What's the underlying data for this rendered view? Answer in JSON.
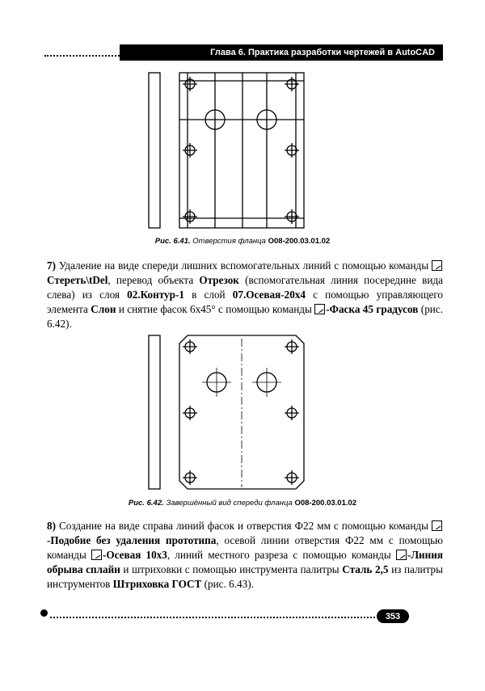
{
  "header": {
    "title": "Глава 6. Практика разработки чертежей в AutoCAD"
  },
  "fig1": {
    "label": "Рис. 6.41.",
    "text": "Отверстия фланца",
    "code": "О08-200.03.01.02"
  },
  "fig2": {
    "label": "Рис. 6.42.",
    "text": "Завершённый вид спереди фланца",
    "code": "О08-200.03.01.02"
  },
  "p7": {
    "num": "7)",
    "t1": " Удаление на виде спереди лишних вспомогательных линий с помощью команды ",
    "cmd1": "Стереть\\tDel",
    "t2": ", перевод объекта ",
    "obj": "Отрезок",
    "t3": " (вспомогательная линия посередине вида слева) из слоя ",
    "layer1": "02.Контур-1",
    "t4": " в слой ",
    "layer2": "07.Осевая-20х4",
    "t5": " с помощью управляющего элемента ",
    "ctrl": "Слои",
    "t6": " и снятие фасок 6х45° с помощью команды ",
    "cmd2": "-Фаска 45 градусов",
    "t7": " (рис. 6.42)."
  },
  "p8": {
    "num": "8)",
    "t1": " Создание на виде справа линий фасок и отверстия Ф22 мм с помощью команды ",
    "cmd1": "-Подобие без удаления прототипа",
    "t2": ", осевой линии отверстия Ф22 мм с помощью команды ",
    "cmd2": "-Осевая 10х3",
    "t3": ", линий местного разреза с помощью команды ",
    "cmd3": "-Линия обрыва сплайн",
    "t4": " и штриховки с помощью инструмента палитры ",
    "tool": "Сталь 2,5",
    "t5": " из палитры инструментов ",
    "palette": "Штриховка ГОСТ",
    "t6": " (рис. 6.43)."
  },
  "footer": {
    "page": "353"
  }
}
